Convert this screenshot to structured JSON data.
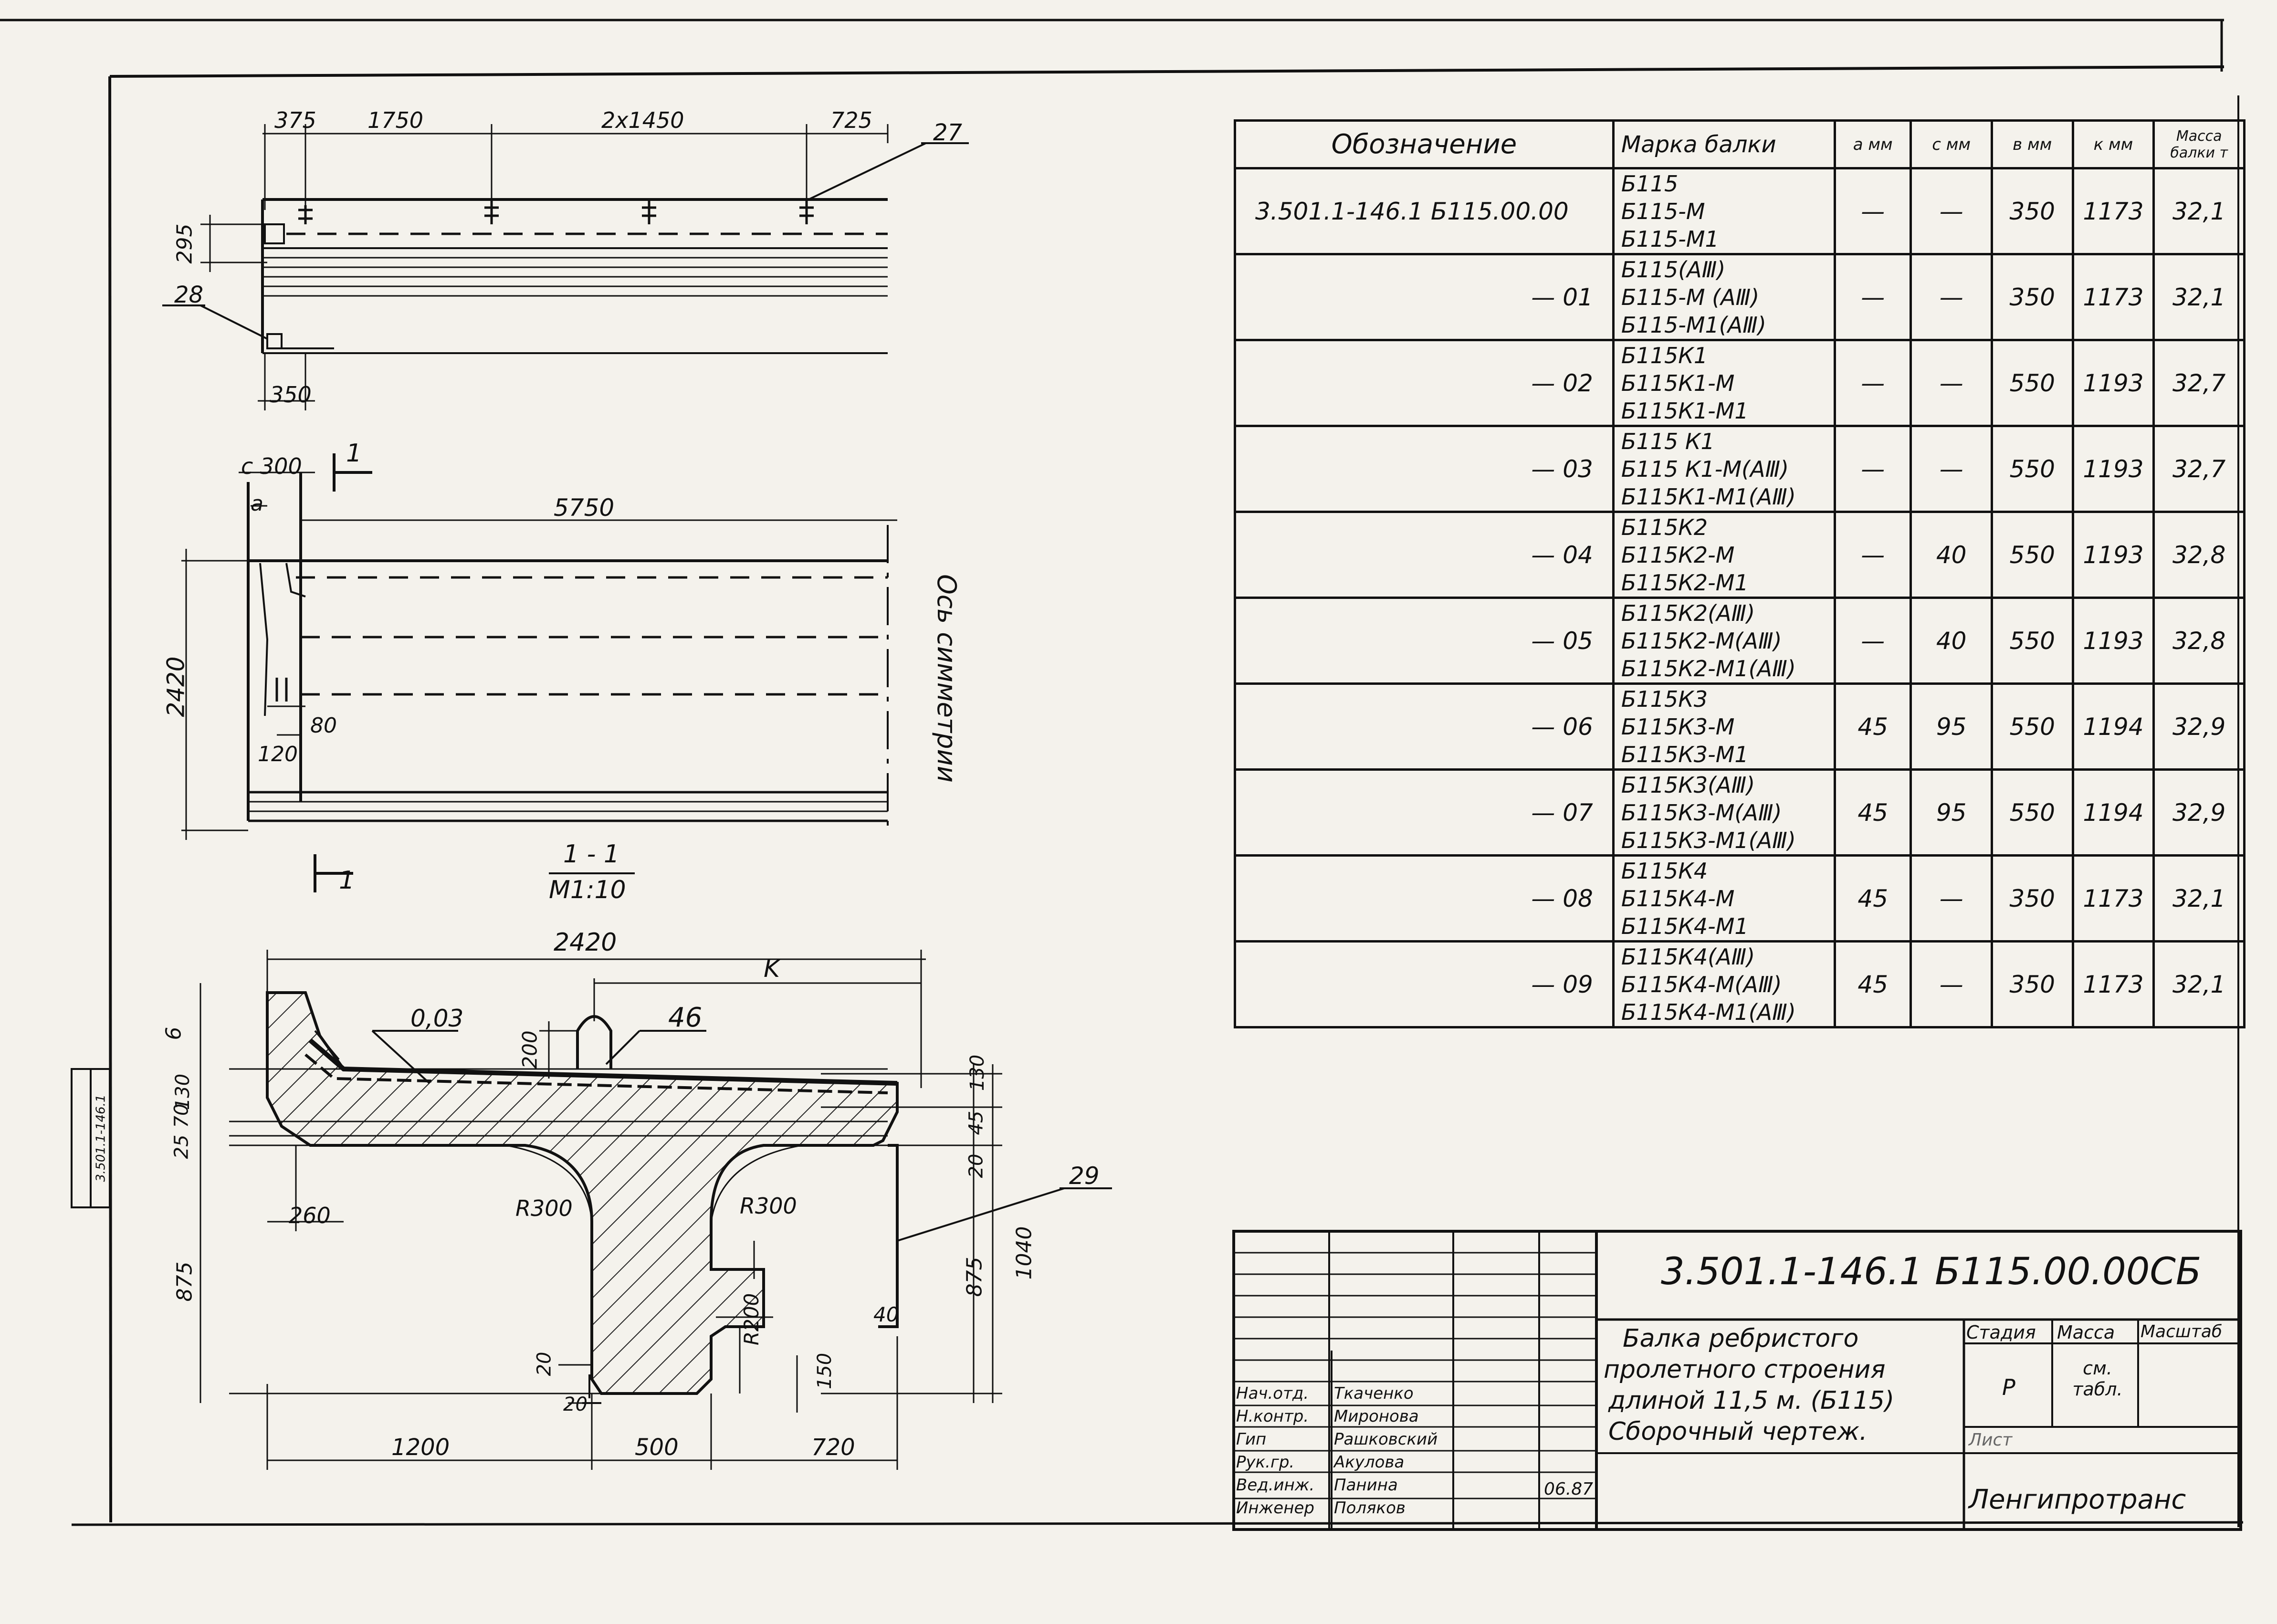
{
  "drawing": {
    "views": {
      "top": {
        "dims": [
          "375",
          "1750",
          "2x1450",
          "725"
        ],
        "callouts": [
          "27",
          "28"
        ],
        "height_dim": "295",
        "bottom_dim": "350"
      },
      "side": {
        "dims": [
          "c 300",
          "a",
          "5750",
          "2420",
          "80",
          "120"
        ],
        "section_mark": "1",
        "axis_label": "Ось симметрии"
      },
      "section": {
        "title": "1 - 1",
        "scale": "М1:10",
        "dims_top": [
          "2420",
          "K"
        ],
        "labels": [
          "0,03",
          "46",
          "29",
          "R300",
          "R300",
          "R200"
        ],
        "dims_left": [
          "6",
          "130",
          "70",
          "25",
          "875"
        ],
        "dims_right": [
          "130",
          "45",
          "20",
          "875",
          "1040"
        ],
        "dims_inner": [
          "200",
          "260",
          "40",
          "20",
          "150",
          "20"
        ],
        "dims_bottom": [
          "1200",
          "500",
          "720"
        ]
      }
    }
  },
  "spec_table": {
    "headers": [
      "Обозначение",
      "Марка балки",
      "a мм",
      "c мм",
      "в мм",
      "к мм",
      "Масса балки т"
    ],
    "rows": [
      {
        "designation": "3.501.1-146.1   Б115.00.00",
        "marks": [
          "Б115",
          "Б115-М",
          "Б115-М1"
        ],
        "a": "—",
        "c": "—",
        "b": "350",
        "k": "1173",
        "mass": "32,1"
      },
      {
        "designation": "— 01",
        "marks": [
          "Б115(АⅢ)",
          "Б115-М (АⅢ)",
          "Б115-М1(АⅢ)"
        ],
        "a": "—",
        "c": "—",
        "b": "350",
        "k": "1173",
        "mass": "32,1"
      },
      {
        "designation": "— 02",
        "marks": [
          "Б115К1",
          "Б115К1-М",
          "Б115К1-М1"
        ],
        "a": "—",
        "c": "—",
        "b": "550",
        "k": "1193",
        "mass": "32,7"
      },
      {
        "designation": "— 03",
        "marks": [
          "Б115 К1",
          "Б115 К1-М(АⅢ)",
          "Б115К1-М1(АⅢ)"
        ],
        "a": "—",
        "c": "—",
        "b": "550",
        "k": "1193",
        "mass": "32,7"
      },
      {
        "designation": "— 04",
        "marks": [
          "Б115К2",
          "Б115К2-М",
          "Б115К2-М1"
        ],
        "a": "—",
        "c": "40",
        "b": "550",
        "k": "1193",
        "mass": "32,8"
      },
      {
        "designation": "— 05",
        "marks": [
          "Б115К2(АⅢ)",
          "Б115К2-М(АⅢ)",
          "Б115К2-М1(АⅢ)"
        ],
        "a": "—",
        "c": "40",
        "b": "550",
        "k": "1193",
        "mass": "32,8"
      },
      {
        "designation": "— 06",
        "marks": [
          "Б115К3",
          "Б115К3-М",
          "Б115К3-М1"
        ],
        "a": "45",
        "c": "95",
        "b": "550",
        "k": "1194",
        "mass": "32,9"
      },
      {
        "designation": "— 07",
        "marks": [
          "Б115К3(АⅢ)",
          "Б115К3-М(АⅢ)",
          "Б115К3-М1(АⅢ)"
        ],
        "a": "45",
        "c": "95",
        "b": "550",
        "k": "1194",
        "mass": "32,9"
      },
      {
        "designation": "— 08",
        "marks": [
          "Б115К4",
          "Б115К4-М",
          "Б115К4-М1"
        ],
        "a": "45",
        "c": "—",
        "b": "350",
        "k": "1173",
        "mass": "32,1"
      },
      {
        "designation": "— 09",
        "marks": [
          "Б115К4(АⅢ)",
          "Б115К4-М(АⅢ)",
          "Б115К4-М1(АⅢ)"
        ],
        "a": "45",
        "c": "—",
        "b": "350",
        "k": "1173",
        "mass": "32,1"
      }
    ]
  },
  "title_block": {
    "code": "3.501.1-146.1     Б115.00.00СБ",
    "name_lines": [
      "Балка ребристого",
      "пролетного строения",
      "длиной 11,5 м. (Б115)",
      "Сборочный чертеж."
    ],
    "stage_header": "Стадия",
    "mass_header": "Масса",
    "scale_header": "Масштаб",
    "stage_value": "Р",
    "mass_value": "см. табл.",
    "sheet_label": "Лист",
    "organization": "Ленгипротранс",
    "date": "06.87",
    "staff": [
      {
        "role": "Нач.отд.",
        "name": "Ткаченко"
      },
      {
        "role": "Н.контр.",
        "name": "Миронова"
      },
      {
        "role": "Гип",
        "name": "Рашковский"
      },
      {
        "role": "Рук.гр.",
        "name": "Акулова"
      },
      {
        "role": "Вед.инж.",
        "name": "Панина"
      },
      {
        "role": "Инженер",
        "name": "Поляков"
      }
    ]
  },
  "side_stamp": "3.501.1-146.1"
}
